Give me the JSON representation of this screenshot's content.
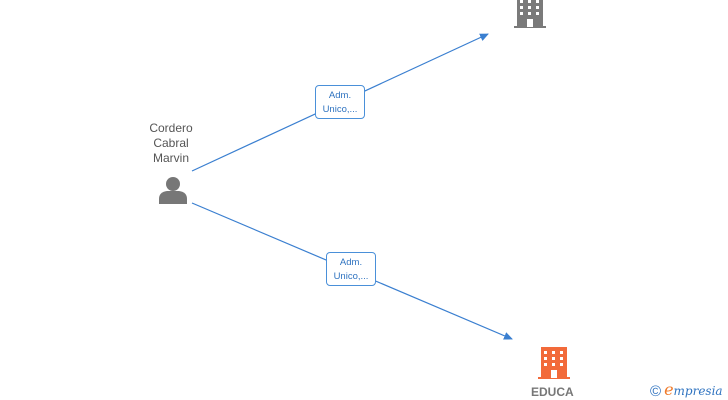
{
  "person": {
    "name_lines": [
      "Cordero",
      "Cabral",
      "Marvin"
    ],
    "icon": "person-icon"
  },
  "edges": [
    {
      "label_lines": [
        "Adm.",
        "Unico,..."
      ],
      "to": "company-top"
    },
    {
      "label_lines": [
        "Adm.",
        "Unico,..."
      ],
      "to": "company-educa"
    }
  ],
  "companies": [
    {
      "id": "company-top",
      "name": "",
      "icon": "building-icon",
      "color": "#7a7a7a"
    },
    {
      "id": "company-educa",
      "name": "EDUCA",
      "icon": "building-icon",
      "color": "#f26a3a"
    }
  ],
  "colors": {
    "edge": "#3a7fd0"
  },
  "brand": {
    "copyright": "©",
    "initial": "e",
    "rest": "mpresia"
  }
}
